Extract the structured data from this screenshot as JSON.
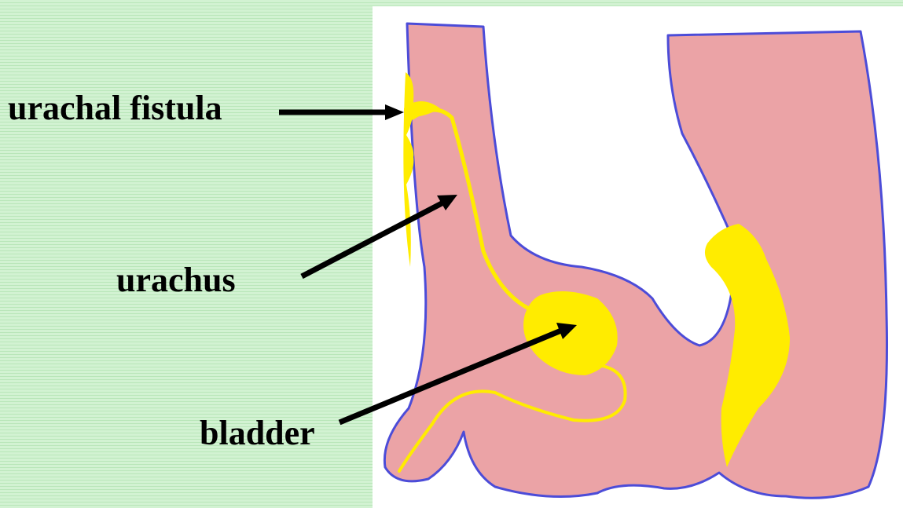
{
  "labels": {
    "urachal_fistula": "urachal fistula",
    "urachus": "urachus",
    "bladder": "bladder"
  },
  "colors": {
    "background_stripe_light": "#d2f2d2",
    "background_stripe_dark": "#b9e6b9",
    "tissue": "#eba3a6",
    "tissue_outline": "#4c4cd8",
    "urinary_tract": "#ffec00",
    "arrow": "#000000"
  }
}
